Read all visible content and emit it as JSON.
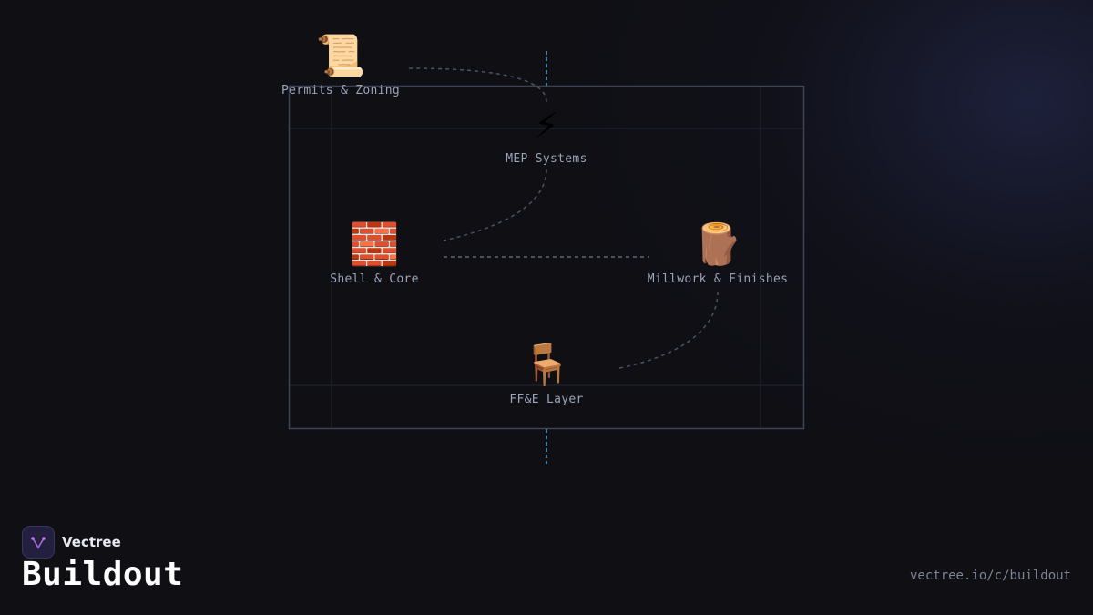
{
  "nodes": {
    "permits": {
      "icon": "📜",
      "icon_name": "scroll-icon",
      "label": "Permits & Zoning"
    },
    "mep": {
      "icon": "⚡",
      "icon_name": "lightning-icon",
      "label": "MEP Systems"
    },
    "shell": {
      "icon": "🧱",
      "icon_name": "brick-icon",
      "label": "Shell & Core"
    },
    "millwork": {
      "icon": "🪵",
      "icon_name": "wood-log-icon",
      "label": "Millwork & Finishes"
    },
    "ffe": {
      "icon": "🪑",
      "icon_name": "chair-icon",
      "label": "FF&E Layer"
    }
  },
  "brand": {
    "name": "Vectree",
    "logo_icon": "vectree-logo-icon"
  },
  "title": "Buildout",
  "url": "vectree.io/c/buildout",
  "colors": {
    "background": "#0f0f14",
    "frame": "#3c4455",
    "axis": "#4aa8e0",
    "connector": "#4a5266",
    "label": "#9aa3b8"
  }
}
